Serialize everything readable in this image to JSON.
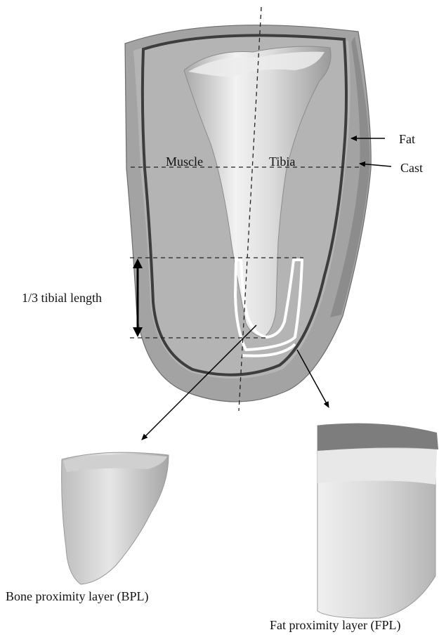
{
  "labels": {
    "muscle": "Muscle",
    "tibia": "Tibia",
    "fat": "Fat",
    "cast": "Cast",
    "length": "1/3 tibial length",
    "bpl": "Bone proximity layer (BPL)",
    "fpl": "Fat proximity layer (FPL)"
  }
}
